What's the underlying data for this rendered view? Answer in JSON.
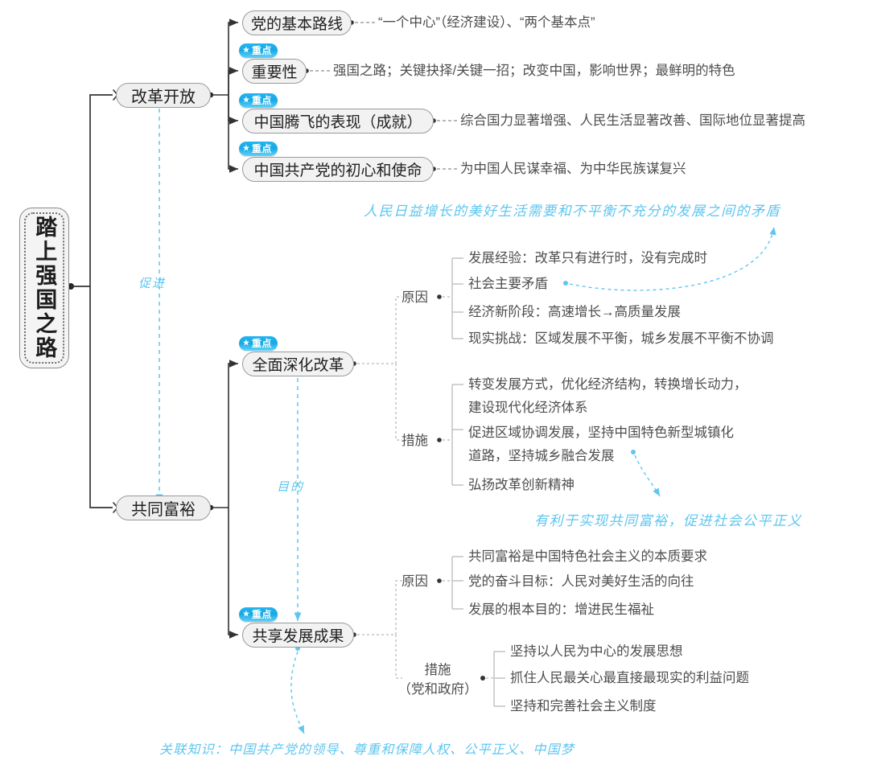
{
  "title": "踏上强国之路 思维导图",
  "root": {
    "label": "踏上强国之路"
  },
  "branches": [
    {
      "label": "改革开放"
    },
    {
      "label": "共同富裕"
    }
  ],
  "badge": {
    "text": "重点",
    "icon": "star-icon",
    "color": "#17a7e6"
  },
  "reform_children": [
    {
      "label": "党的基本路线",
      "key_point": false,
      "detail": "“一个中心”（经济建设）、“两个基本点”"
    },
    {
      "label": "重要性",
      "key_point": true,
      "detail": "强国之路；关键抉择/关键一招；改变中国，影响世界；最鲜明的特色"
    },
    {
      "label": "中国腾飞的表现（成就）",
      "key_point": true,
      "detail": "综合国力显著增强、人民生活显著改善、国际地位显著提高"
    },
    {
      "label": "中国共产党的初心和使命",
      "key_point": true,
      "detail": "为中国人民谋幸福、为中华民族谋复兴"
    }
  ],
  "deepen_reform": {
    "label": "全面深化改革",
    "key_point": true,
    "groups": [
      {
        "name": "原因",
        "items": [
          "发展经验：改革只有进行时，没有完成时",
          "社会主要矛盾",
          "经济新阶段：高速增长→高质量发展",
          "现实挑战：区域发展不平衡，城乡发展不平衡不协调"
        ]
      },
      {
        "name": "措施",
        "items": [
          "转变发展方式，优化经济结构，转换增长动力，",
          "建设现代化经济体系",
          "促进区域协调发展，坚持中国特色新型城镇化",
          "道路，坚持城乡融合发展",
          "弘扬改革创新精神"
        ]
      }
    ]
  },
  "shared_results": {
    "label": "共享发展成果",
    "key_point": true,
    "groups": [
      {
        "name": "原因",
        "items": [
          "共同富裕是中国特色社会主义的本质要求",
          "党的奋斗目标：人民对美好生活的向往",
          "发展的根本目的：增进民生福祉"
        ]
      },
      {
        "name": "措施",
        "name_sub": "（党和政府）",
        "items": [
          "坚持以人民为中心的发展思想",
          "抓住人民最关心最直接最现实的利益问题",
          "坚持和完善社会主义制度"
        ]
      }
    ]
  },
  "annotations": {
    "promote": "促进",
    "purpose": "目的",
    "contradiction": "人民日益增长的美好生活需要和不平衡不充分的发展之间的矛盾",
    "benefit": "有利于实现共同富裕，促进社会公平正义",
    "related": "关联知识：中国共产党的领导、尊重和保障人权、公平正义、中国梦"
  },
  "colors": {
    "accent": "#5ec6f0",
    "badge": "#17a7e6",
    "node_fill": "#f2f2f2",
    "node_border": "#9a9a9a",
    "line": "#3a3a3a",
    "dotted": "#b9b9b9"
  }
}
